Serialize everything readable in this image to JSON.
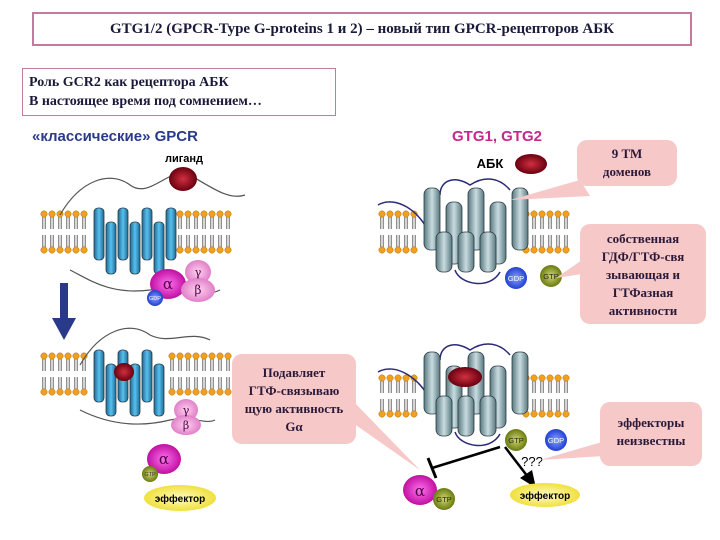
{
  "title": "GTG1/2 (GPCR-Type G-proteins 1 и 2) – новый тип GPCR-рецепторов АБК",
  "role_box": {
    "line1": "Роль GCR2 как рецептора АБК",
    "line2": "В настоящее время под сомнением…"
  },
  "left_header": "«классические» GPCR",
  "right_header": "GTG1, GTG2",
  "labels": {
    "ligand": "лиганд",
    "aba": "АБК",
    "alpha": "α",
    "beta": "β",
    "gamma": "γ",
    "gdp": "GDP",
    "gtp": "GTP",
    "effector": "эффектор",
    "unknown": "???"
  },
  "callouts": {
    "tm": [
      "9 ТМ",
      "доменов"
    ],
    "activity": [
      "собственная",
      "ГДФ/ГТФ-свя",
      "зывающая и",
      "ГТФазная",
      "активности"
    ],
    "suppress": [
      "Подавляет",
      "ГТФ-связываю",
      "щую активность",
      "Gα"
    ],
    "effectors": [
      "эффекторы",
      "неизвестны"
    ]
  },
  "colors": {
    "membrane_head": "#f0a020",
    "helix_blue": "#3aa0d0",
    "helix_gray": "#8aa8b0",
    "alpha_magenta": "#e020c0",
    "ligand_red": "#a01020",
    "gdp_blue": "#3a5ae0",
    "gtp_olive": "#8a9a20",
    "effector_yellow": "#f8f070",
    "callout_pink": "#f7c8c8",
    "arrow_navy": "#2a3a8a"
  }
}
